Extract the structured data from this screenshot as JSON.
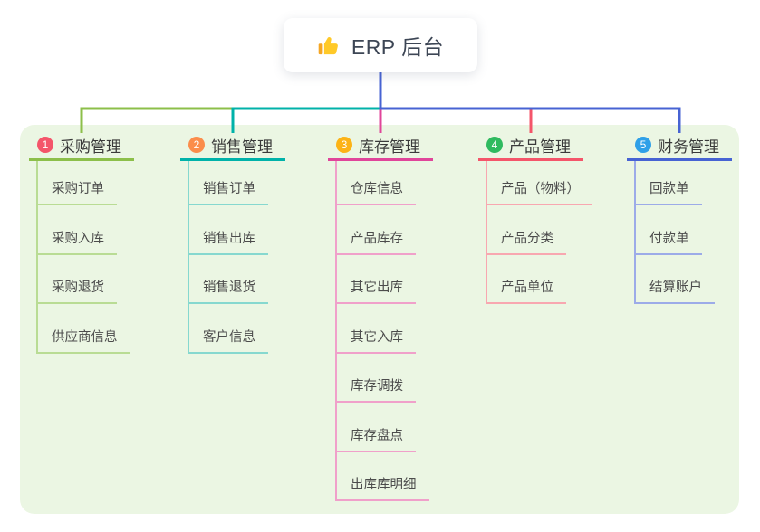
{
  "root": {
    "title": "ERP 后台",
    "icon": "thumbs-up",
    "icon_color": "#ffc928"
  },
  "branches": [
    {
      "badge": "1",
      "label": "采购管理",
      "badge_color": "#f4556a",
      "line_color": "#8cbf4a",
      "child_line_color": "#b9dc94",
      "children": [
        "采购订单",
        "采购入库",
        "采购退货",
        "供应商信息"
      ]
    },
    {
      "badge": "2",
      "label": "销售管理",
      "badge_color": "#fb8d4b",
      "line_color": "#00b2a9",
      "child_line_color": "#86d8cf",
      "children": [
        "销售订单",
        "销售出库",
        "销售退货",
        "客户信息"
      ]
    },
    {
      "badge": "3",
      "label": "库存管理",
      "badge_color": "#fcb316",
      "line_color": "#e0459a",
      "child_line_color": "#f0a0ca",
      "children": [
        "仓库信息",
        "产品库存",
        "其它出库",
        "其它入库",
        "库存调拨",
        "库存盘点",
        "出库库明细"
      ]
    },
    {
      "badge": "4",
      "label": "产品管理",
      "badge_color": "#2fba5f",
      "line_color": "#f4556a",
      "child_line_color": "#f8a7b0",
      "children": [
        "产品（物料）",
        "产品分类",
        "产品单位"
      ]
    },
    {
      "badge": "5",
      "label": "财务管理",
      "badge_color": "#2fa0e8",
      "line_color": "#4763d3",
      "child_line_color": "#9cabe8",
      "children": [
        "回款单",
        "付款单",
        "结算账户"
      ]
    }
  ],
  "panel_color": "#ebf6e3"
}
